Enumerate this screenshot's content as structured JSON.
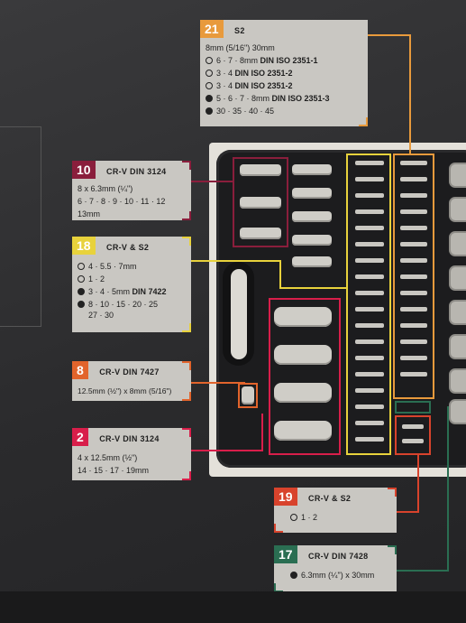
{
  "cards": {
    "c21": {
      "num": "21",
      "color": "#e89a3c",
      "title": "S2",
      "rows": [
        {
          "icon": "",
          "text": "8mm (5/16\") 30mm",
          "bold": ""
        },
        {
          "icon": "slotted-icon",
          "text": "6 · 7 · 8mm",
          "bold": "DIN ISO 2351-1"
        },
        {
          "icon": "phillips-icon",
          "text": "3 · 4",
          "bold": "DIN ISO 2351-2"
        },
        {
          "icon": "pozidriv-icon",
          "text": "3 · 4",
          "bold": "DIN ISO 2351-2"
        },
        {
          "icon": "hex-icon",
          "text": "5 · 6 · 7 · 8mm",
          "bold": "DIN ISO 2351-3"
        },
        {
          "icon": "torx-icon",
          "text": "30 · 35 · 40 · 45",
          "bold": ""
        }
      ]
    },
    "c10": {
      "num": "10",
      "color": "#8a1e3c",
      "title": "CR-V  DIN 3124",
      "rows": [
        {
          "text": "8 x 6.3mm (¼\")"
        },
        {
          "text": "6 · 7 · 8 · 9 · 10 · 11 · 12"
        },
        {
          "text": "13mm"
        }
      ]
    },
    "c18": {
      "num": "18",
      "color": "#e8d23c",
      "title": "CR-V & S2",
      "rows": [
        {
          "icon": "slotted-icon",
          "text": "4 · 5.5 · 7mm",
          "bold": ""
        },
        {
          "icon": "phillips-icon",
          "text": "1 · 2",
          "bold": ""
        },
        {
          "icon": "hex-icon",
          "text": "3 · 4 · 5mm",
          "bold": "DIN 7422"
        },
        {
          "icon": "torx-icon",
          "text": "8 · 10 · 15 · 20 · 25",
          "bold": ""
        },
        {
          "icon": "",
          "text": "27 · 30",
          "bold": ""
        }
      ]
    },
    "c8": {
      "num": "8",
      "color": "#e2642c",
      "title": "CR-V  DIN 7427",
      "rows": [
        {
          "text": "12.5mm (½\") x 8mm (5/16\")"
        }
      ]
    },
    "c2": {
      "num": "2",
      "color": "#d81e4a",
      "title": "CR-V  DIN 3124",
      "rows": [
        {
          "text": "4 x 12.5mm (½\")"
        },
        {
          "text": "14 · 15 · 17 · 19mm"
        }
      ]
    },
    "c19": {
      "num": "19",
      "color": "#d8432c",
      "title": "CR-V & S2",
      "rows": [
        {
          "icon": "phillips-icon",
          "text": "1 · 2"
        }
      ]
    },
    "c17": {
      "num": "17",
      "color": "#2a6e52",
      "title": "CR-V  DIN 7428",
      "rows": [
        {
          "icon": "hex-icon",
          "text": "6.3mm (¼\") x 30mm"
        }
      ]
    }
  }
}
